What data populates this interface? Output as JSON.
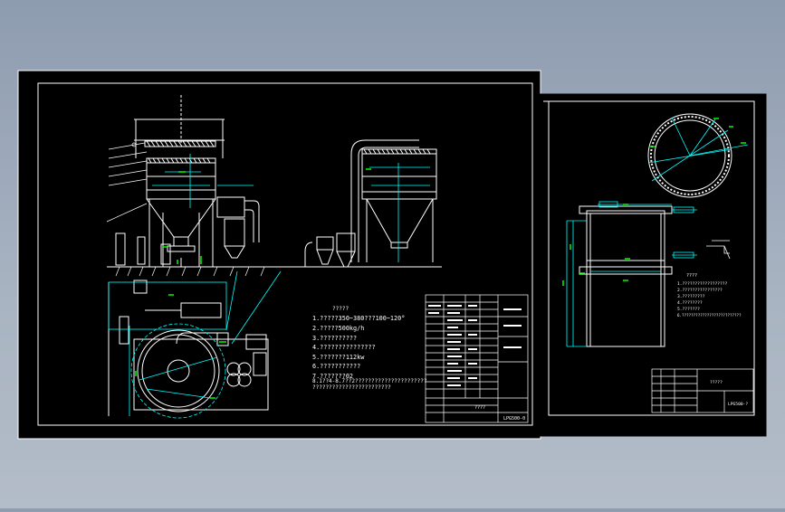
{
  "colors": {
    "background": "#9aa7b8",
    "sheet": "#000000",
    "line": "#ffffff",
    "dimension": "#00ffff",
    "leader": "#00ff00",
    "title_block": "#ffffff"
  },
  "left_sheet": {
    "notes_heading": "?????",
    "notes": [
      "1.?????350~380???100~120°",
      "2.?????500kg/h",
      "3.??????????",
      "4.???????????????",
      "5.???????112kw",
      "6.???????????",
      "7.???????02",
      "8.1??4-8.7??2??????????????????????",
      "????????????????????????"
    ],
    "title_block_code": "LPG500-0",
    "title_block_name": "????"
  },
  "right_sheet": {
    "notes_heading": "????",
    "notes": [
      "1.??????????????????",
      "2.????????????????",
      "3.?????????",
      "4.????????",
      "5.???????",
      "6.??????????????????????????"
    ],
    "title_block_name": "?????",
    "title_block_code": "LPG500-?"
  }
}
